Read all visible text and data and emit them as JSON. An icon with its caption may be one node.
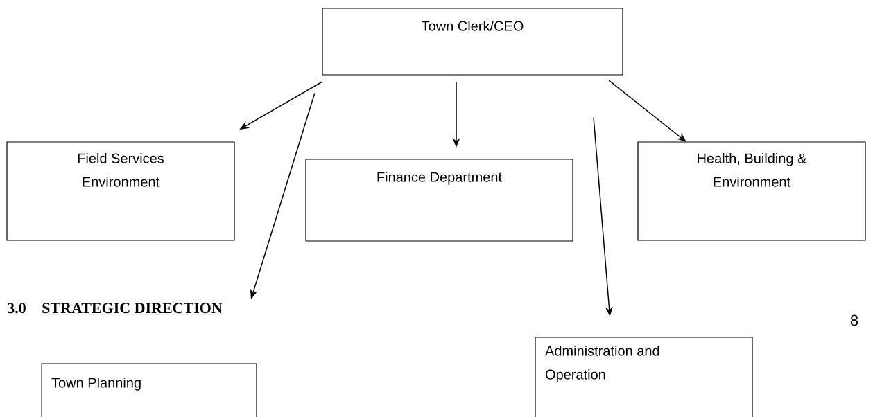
{
  "diagram": {
    "nodes": [
      {
        "text": [
          "Town Clerk/CEO"
        ]
      },
      {
        "text": [
          "Field Services Environment"
        ]
      },
      {
        "text": [
          "Finance Department"
        ]
      },
      {
        "text": [
          "Health, Building & Environment"
        ]
      },
      {
        "text": [
          "Town Planning"
        ]
      },
      {
        "text": [
          "Administration and Operation"
        ]
      }
    ],
    "edges": [
      {
        "from": 0,
        "to": 1,
        "arrow": "to"
      },
      {
        "from": 0,
        "to": null,
        "arrow": "to"
      },
      {
        "from": 0,
        "to": 2,
        "arrow": "to"
      },
      {
        "from": 0,
        "to": 5,
        "arrow": "to"
      },
      {
        "from": 0,
        "to": 3,
        "arrow": "to"
      }
    ],
    "labels": [
      "3.0",
      "STRATEGIC DIRECTION",
      "8"
    ]
  }
}
